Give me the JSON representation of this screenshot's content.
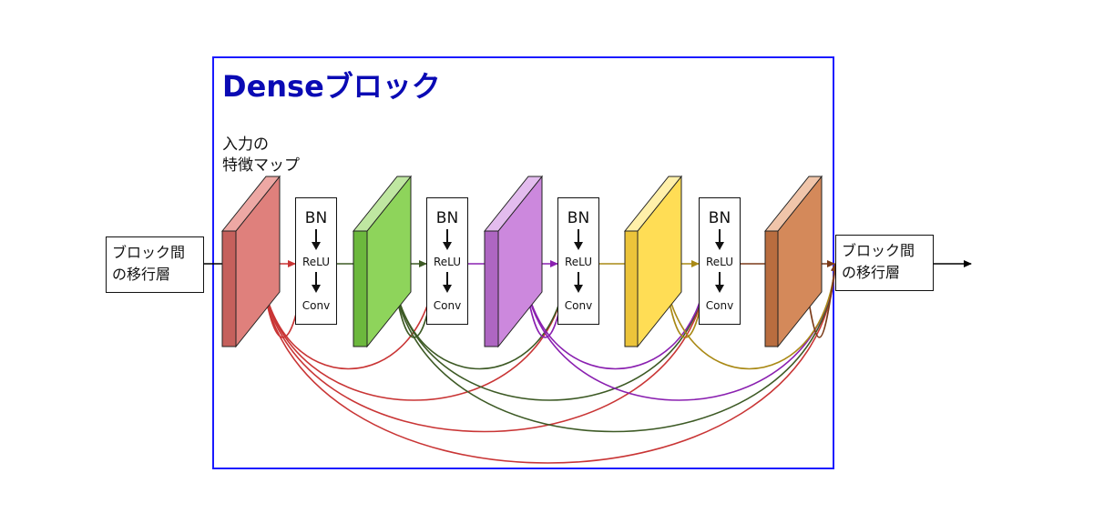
{
  "dense_block": {
    "title": "Denseブロック",
    "border_color": "#1a1aff",
    "title_color": "#0a0ab4"
  },
  "input_label": {
    "line1": "入力の",
    "line2": "特徴マップ"
  },
  "transition_left": {
    "line1": "ブロック間",
    "line2": "の移行層"
  },
  "transition_right": {
    "line1": "ブロック間",
    "line2": "の移行層"
  },
  "op_blocks": [
    {
      "bn": "BN",
      "relu": "ReLU",
      "conv": "Conv"
    },
    {
      "bn": "BN",
      "relu": "ReLU",
      "conv": "Conv"
    },
    {
      "bn": "BN",
      "relu": "ReLU",
      "conv": "Conv"
    },
    {
      "bn": "BN",
      "relu": "ReLU",
      "conv": "Conv"
    }
  ],
  "feature_maps": [
    {
      "name": "input-feature-map",
      "front": "#df807c",
      "side": "#c5605c",
      "top": "#eda8a4",
      "edge": "#e35a5a",
      "conn": "#c93535"
    },
    {
      "name": "feature-map-2",
      "front": "#8ed45b",
      "side": "#6cb83d",
      "top": "#bfe7a1",
      "edge": "#66cc33",
      "conn": "#3d5a25"
    },
    {
      "name": "feature-map-3",
      "front": "#cc88dd",
      "side": "#ae66c2",
      "top": "#e3bcee",
      "edge": "#b055d5",
      "conn": "#8a20b0"
    },
    {
      "name": "feature-map-4",
      "front": "#ffdd55",
      "side": "#ecc43a",
      "top": "#fff0aa",
      "edge": "#e6c440",
      "conn": "#a98915"
    },
    {
      "name": "feature-map-5",
      "front": "#d4895a",
      "side": "#b96d3f",
      "top": "#f0c5aa",
      "edge": "#c87a50",
      "conn": "#7a3a18"
    }
  ]
}
